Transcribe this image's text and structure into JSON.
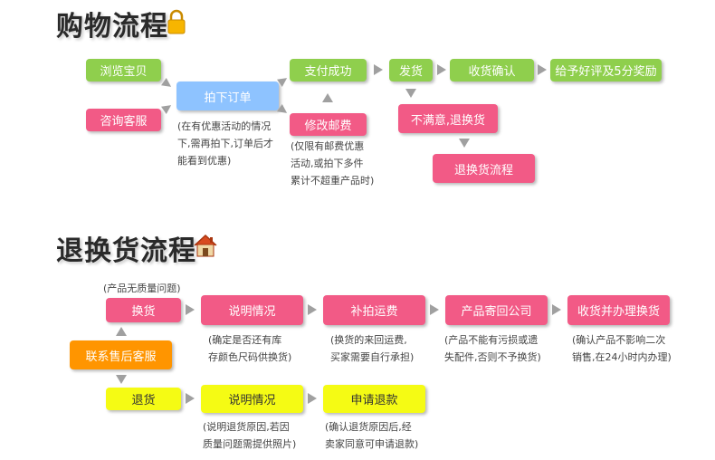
{
  "shopping": {
    "title": "购物流程",
    "browse": "浏览宝贝",
    "consult": "咨询客服",
    "order": "拍下订单",
    "order_note": [
      "(在有优惠活动的情况",
      "下,需再拍下,订单后才",
      "能看到优惠)"
    ],
    "pay": "支付成功",
    "modify": "修改邮费",
    "modify_note": [
      "(仅限有邮费优惠",
      "活动,或拍下多件",
      "累计不超重产品时)"
    ],
    "ship": "发货",
    "confirm": "收货确认",
    "review": "给予好评及5分奖励",
    "unsatisfied": "不满意,退换货",
    "return_flow": "退换货流程"
  },
  "returns": {
    "title": "退换货流程",
    "no_quality_note": "(产品无质量问题)",
    "contact": "联系售后客服",
    "exchange": "换货",
    "exchange_explain": "说明情况",
    "exchange_explain_note": [
      "(确定是否还有库",
      "存颜色尺码供换货)"
    ],
    "exchange_pay": "补拍运费",
    "exchange_pay_note": [
      "(换货的来回运费,",
      "买家需要自行承担)"
    ],
    "send_back": "产品寄回公司",
    "send_back_note": [
      "(产品不能有污损或遗",
      "失配件,否则不予换货)"
    ],
    "receive": "收货并办理换货",
    "receive_note": [
      "(确认产品不影响二次",
      "销售,在24小时内办理)"
    ],
    "refund": "退货",
    "refund_explain": "说明情况",
    "refund_explain_note": [
      "(说明退货原因,若因",
      "质量问题需提供照片)"
    ],
    "apply_refund": "申请退款",
    "apply_refund_note": [
      "(确认退货原因后,经",
      "卖家同意可申请退款)"
    ]
  },
  "colors": {
    "green": "#8fcf4d",
    "pink": "#f25a86",
    "blue": "#8ec3ff",
    "orange": "#ff9500",
    "yellow": "#f5fb14",
    "arrow": "#a0a0a0"
  },
  "icons": {
    "title1": "lock-icon",
    "title2": "house-icon"
  }
}
